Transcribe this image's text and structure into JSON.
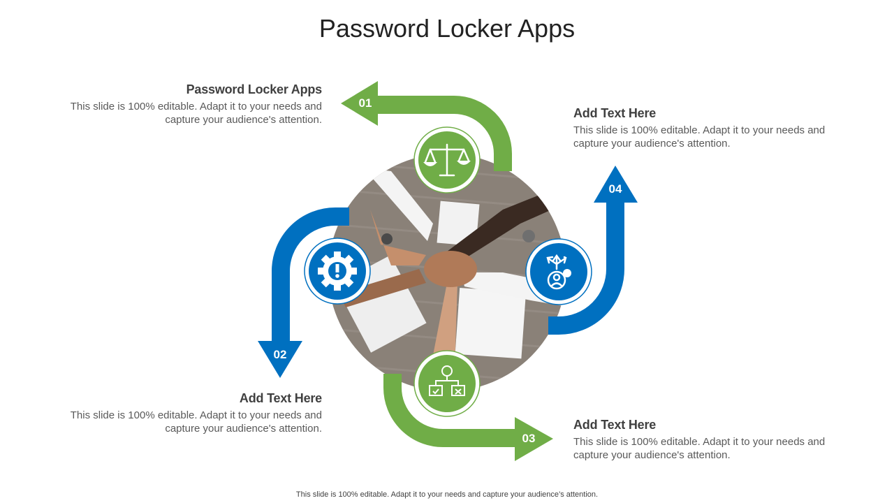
{
  "title": "Password Locker Apps",
  "steps": [
    {
      "number": "01",
      "heading": "Password Locker Apps",
      "text": "This slide is 100% editable. Adapt it to your needs and capture your audience's attention.",
      "color": "#70ad47",
      "icon": "scales-icon"
    },
    {
      "number": "02",
      "heading": "Add Text Here",
      "text": "This slide is 100% editable. Adapt it to your needs and capture your audience's attention.",
      "color": "#0070c0",
      "icon": "gear-warning-icon"
    },
    {
      "number": "03",
      "heading": "Add Text Here",
      "text": "This slide is 100% editable. Adapt it to your needs and capture your audience's attention.",
      "color": "#70ad47",
      "icon": "org-chart-icon"
    },
    {
      "number": "04",
      "heading": "Add Text Here",
      "text": "This slide is 100% editable. Adapt it to your needs and capture your audience's attention.",
      "color": "#0070c0",
      "icon": "user-decision-icon"
    }
  ],
  "footer": "This slide is 100% editable. Adapt it to your needs and capture your audience’s attention."
}
